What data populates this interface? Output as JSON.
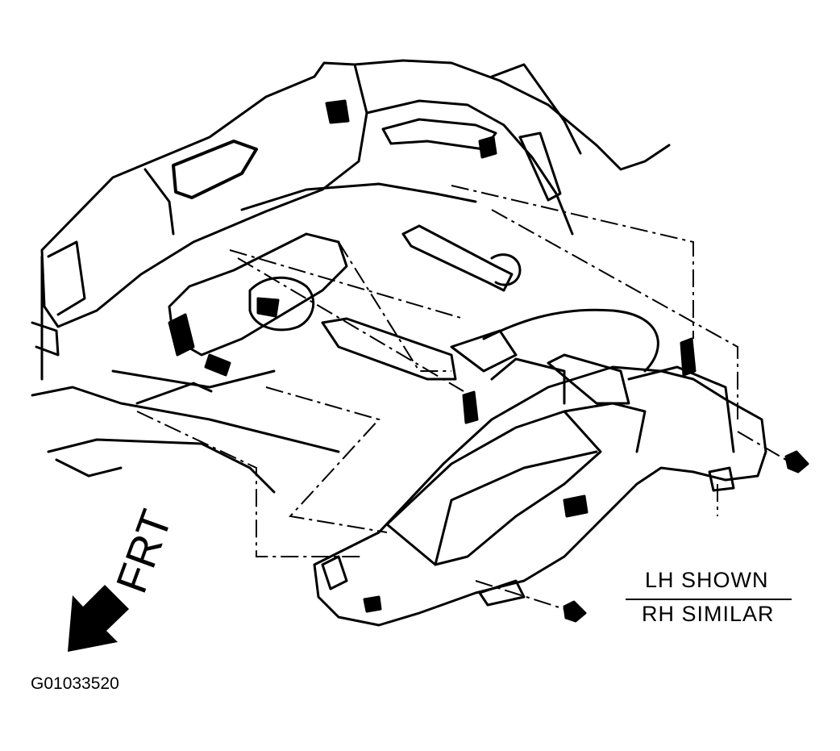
{
  "caption": {
    "line1": "LH SHOWN",
    "line2": "RH SIMILAR"
  },
  "direction_label": "FRT",
  "figure_id": "G01033520",
  "colors": {
    "ink": "#000000",
    "paper": "#ffffff"
  }
}
